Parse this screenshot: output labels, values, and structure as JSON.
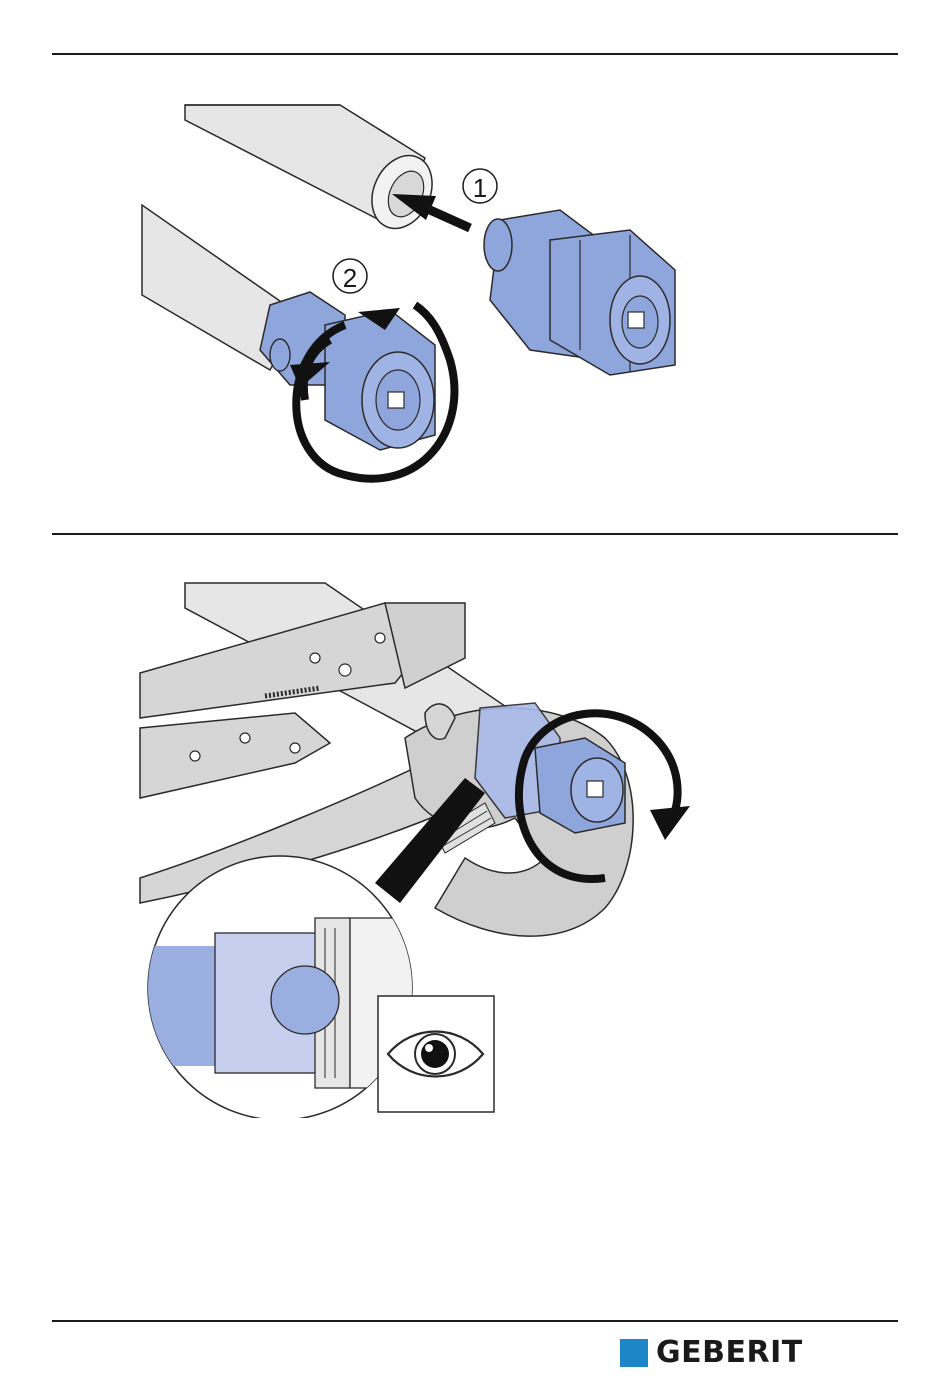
{
  "step1": {
    "callouts": [
      {
        "label": "1",
        "action": "push-in"
      },
      {
        "label": "2",
        "action": "turn"
      }
    ]
  },
  "step2": {
    "detail_icon": "eye-icon"
  },
  "footer": {
    "brand": "GEBERIT",
    "brand_color": "#1d86c8"
  },
  "colors": {
    "fitting_blue": "#8fa6dc",
    "fitting_stroke": "#2a2a2a",
    "pipe_grey": "#e3e3e3",
    "tool_grey": "#d6d6d6",
    "detail_blue_light": "#c6d0ee",
    "detail_blue": "#9aaee0"
  }
}
